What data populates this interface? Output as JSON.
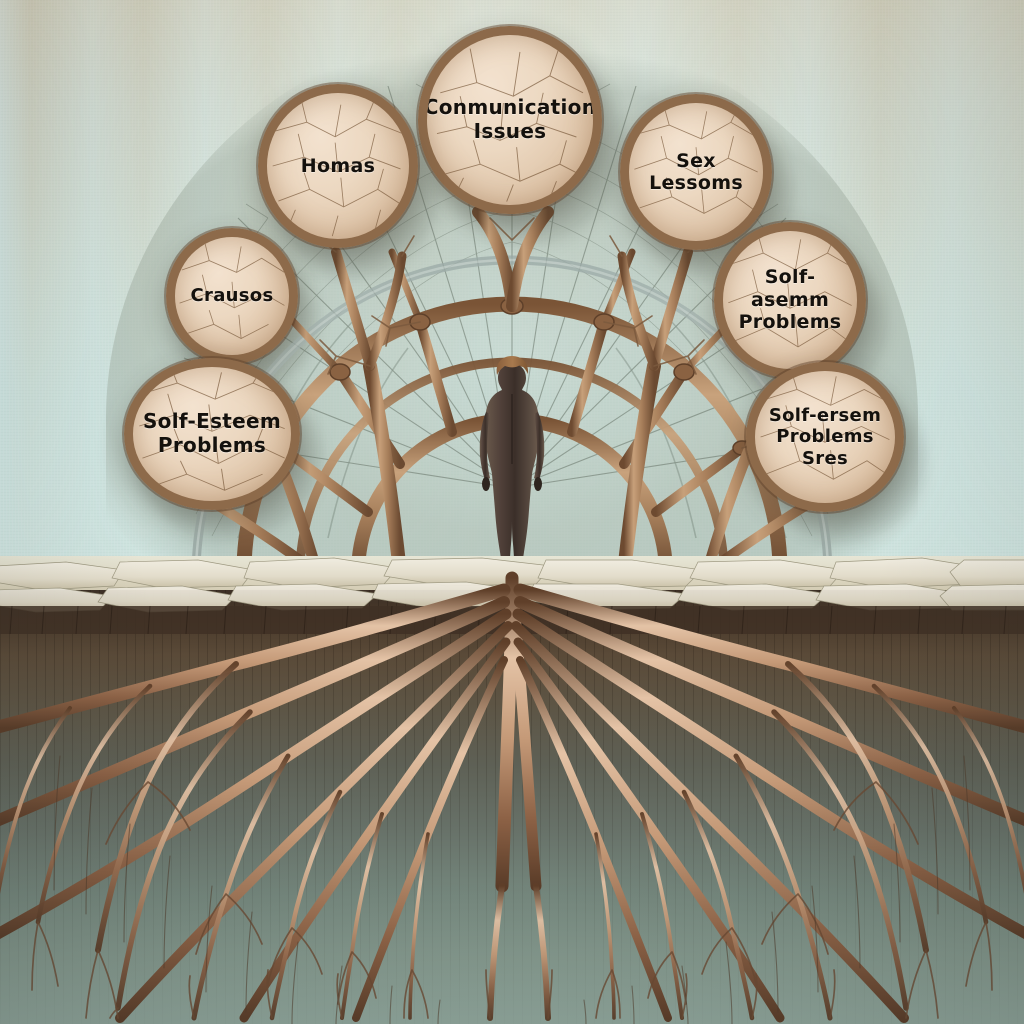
{
  "scene": {
    "title": "Cracked Earth Tree of Problems",
    "description": "Illustration of a solitary human figure standing at the center of a branching tree arch, with seven cracked clay circles bearing labels, above a vast exposed root system in cross-section soil."
  },
  "palette": {
    "sky": "#d4e7e3",
    "sky_stain": "#c4aa7d",
    "canopy": "#8f9a8e",
    "branch_light": "#c99f79",
    "branch_dark": "#7a5436",
    "bubble_fill": "#ecd8c1",
    "bubble_rim": "#8d6a4a",
    "ground": "#ded9c4",
    "soil_top": "#4a3a2b",
    "soil_bottom": "#8ea49a",
    "root": "#c8a387",
    "figure": "#4a3b30",
    "text": "#14110d"
  },
  "bubbles": [
    {
      "id": "communication",
      "label": "Conmunication\nIssues",
      "lines": 2
    },
    {
      "id": "homas",
      "label": "Homas",
      "lines": 1
    },
    {
      "id": "sex_lessoms",
      "label": "Sex\nLessoms",
      "lines": 2
    },
    {
      "id": "crausos",
      "label": "Crausos",
      "lines": 1
    },
    {
      "id": "selfesteem_right",
      "label": "Solf-asemm\nProblems",
      "lines": 2
    },
    {
      "id": "selfesteem_left",
      "label": "Solf-Esteem\nProblems",
      "lines": 2
    },
    {
      "id": "selfesteem_sres",
      "label": "Solf-ersem\nProblems\nSres",
      "lines": 3
    }
  ],
  "figure": {
    "name": "standing-human-figure",
    "pose": "back view, arms at sides"
  },
  "structures": {
    "arch_name": "branching tree wheel arch",
    "canopy_name": "fine twig canopy halo",
    "ground_name": "cracked dry earth surface",
    "soil_name": "soil cross-section",
    "roots_name": "spreading root network"
  }
}
